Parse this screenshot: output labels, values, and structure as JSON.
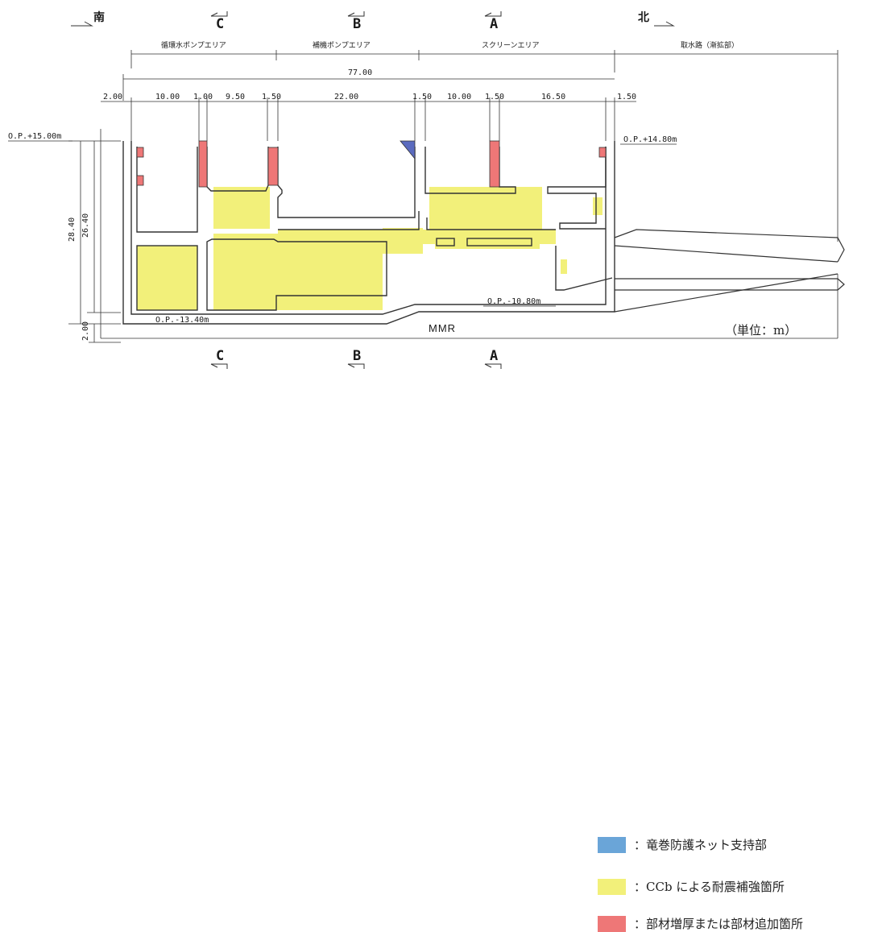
{
  "directions": {
    "south": "南",
    "north": "北"
  },
  "sections": {
    "C": "C",
    "B": "B",
    "A": "A"
  },
  "zones": [
    "循環水ポンプエリア",
    "補機ポンプエリア",
    "スクリーンエリア",
    "取水路（漸拡部）"
  ],
  "dimensions": {
    "total": "77.00",
    "segments": [
      "2.00",
      "10.00",
      "1.00",
      "9.50",
      "1.50",
      "22.00",
      "1.50",
      "10.00",
      "1.50",
      "16.50",
      "1.50"
    ],
    "heights": [
      "28.40",
      "26.40",
      "2.00"
    ]
  },
  "levels": {
    "left_top": "O.P.+15.00m",
    "right_top": "O.P.+14.80m",
    "bottom_left": "O.P.-13.40m",
    "bottom_right": "O.P.-10.80m"
  },
  "mmr": "MMR",
  "unit_note": "（単位：m）",
  "colors": {
    "blue": "#6aa5d8",
    "yellow": "#f2f07a",
    "red": "#ee7777"
  },
  "legend": [
    {
      "color_key": "blue",
      "label": "：竜巻防護ネット支持部"
    },
    {
      "color_key": "yellow",
      "label": "：CCb による耐震補強箇所"
    },
    {
      "color_key": "red",
      "label": "：部材増厚または部材追加箇所"
    }
  ]
}
